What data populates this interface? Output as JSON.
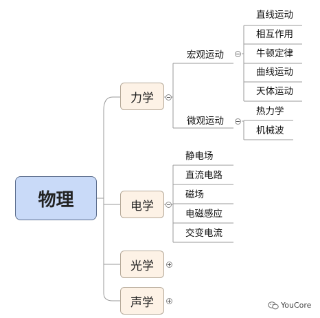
{
  "root": "物理",
  "topics": {
    "mechanics": "力学",
    "electricity": "电学",
    "optics": "光学",
    "acoustics": "声学"
  },
  "mechanics": {
    "macro": {
      "label": "宏观运动",
      "items": [
        "直线运动",
        "相互作用",
        "牛顿定律",
        "曲线运动",
        "天体运动"
      ]
    },
    "micro": {
      "label": "微观运动",
      "items": [
        "热力学",
        "机械波"
      ]
    }
  },
  "electricity": {
    "items": [
      "静电场",
      "直流电路",
      "磁场",
      "电磁感应",
      "交变电流"
    ]
  },
  "watermark": {
    "text": "YouCore",
    "icon": "wechat-icon"
  },
  "colors": {
    "root_fill": "#c9daf8",
    "root_border": "#5a6c8c",
    "topic_fill": "#fdf2e6",
    "topic_border": "#b5a999",
    "connector": "#9a9a9a"
  }
}
